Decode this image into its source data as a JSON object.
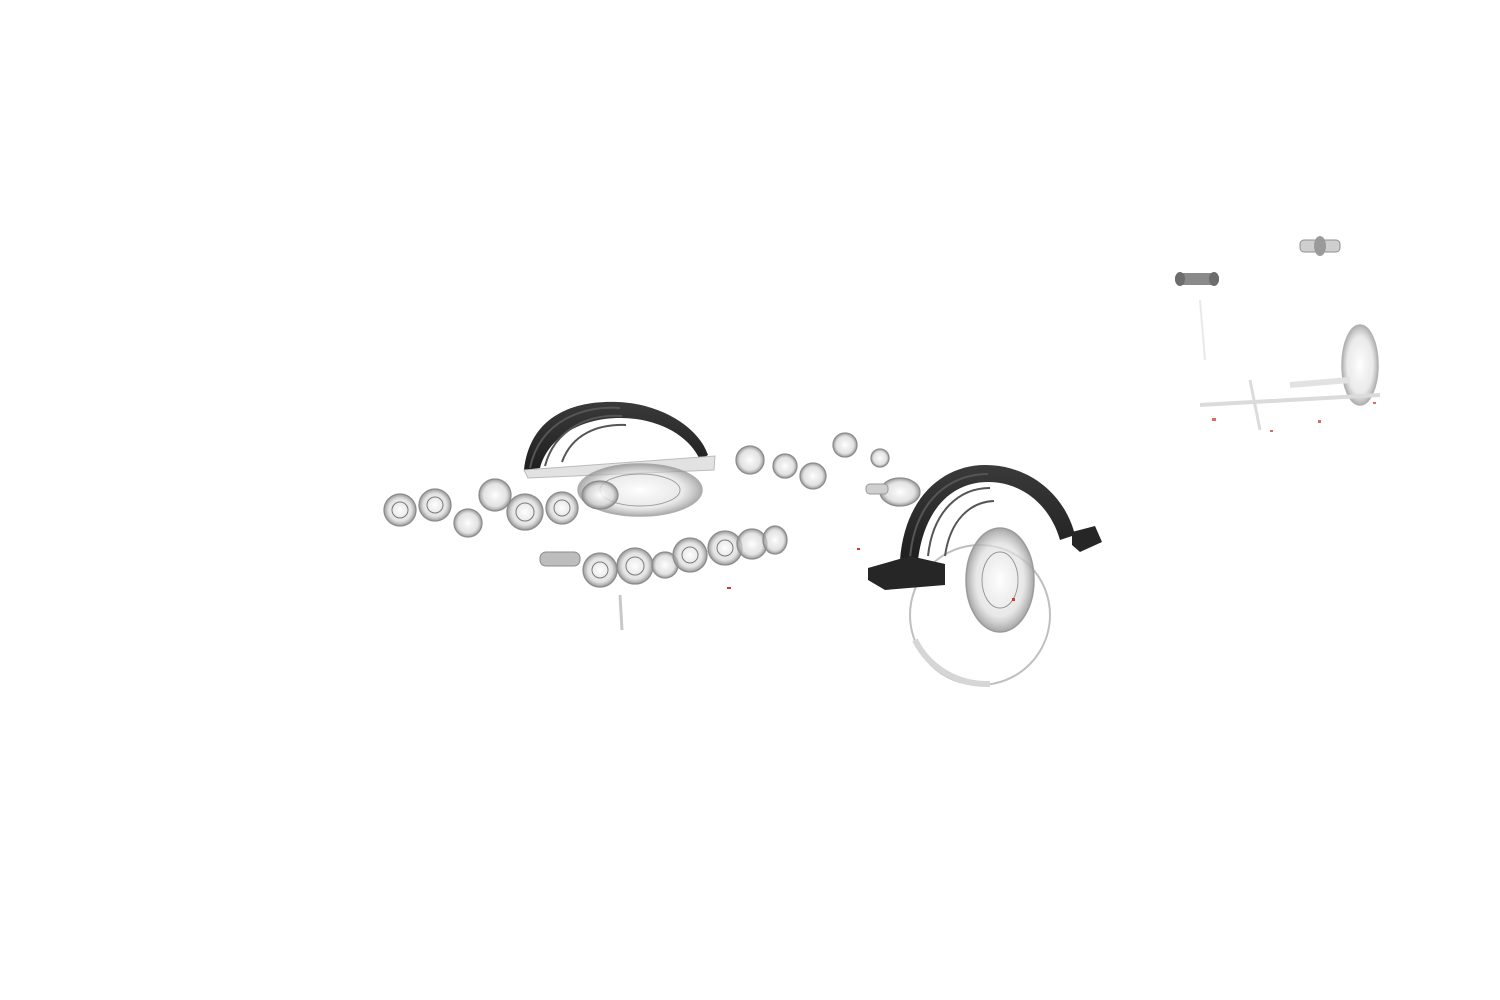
{
  "scene": {
    "kind": "exploded trailer axle render",
    "background": "#ffffff",
    "colors": {
      "fender": "#2b2b2b",
      "fender_highlight": "#4a4a4a",
      "ghost": "#c8c8c8",
      "ghost_dark": "#9a9a9a",
      "accent": "#d23a2a"
    },
    "parts": [
      "fender-rear",
      "fender-front",
      "bearing-assembly-upper-left",
      "bearing-assembly-lower",
      "bearing-assembly-center",
      "wheel-hub",
      "tie-rod-upper-right",
      "spindle-upper-right",
      "axle-frame-right"
    ]
  }
}
